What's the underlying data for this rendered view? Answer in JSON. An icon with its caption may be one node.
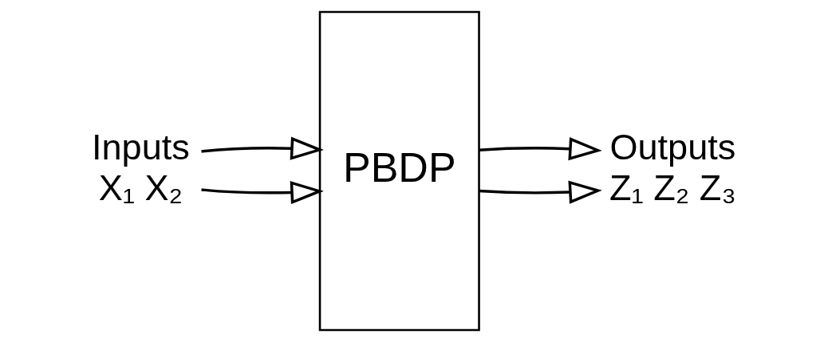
{
  "diagram": {
    "nodes": [
      {
        "text": [
          "Inputs",
          "X₁ X₂"
        ]
      },
      {
        "text": [
          "PBDP"
        ]
      },
      {
        "text": [
          "Outputs",
          "Z₁ Z₂ Z₃"
        ]
      }
    ],
    "edges": [
      {
        "from": 0,
        "to": 1,
        "arrow": "to"
      },
      {
        "from": 0,
        "to": 1,
        "arrow": "to"
      },
      {
        "from": 1,
        "to": 2,
        "arrow": "to"
      },
      {
        "from": 1,
        "to": 2,
        "arrow": "to"
      }
    ]
  }
}
